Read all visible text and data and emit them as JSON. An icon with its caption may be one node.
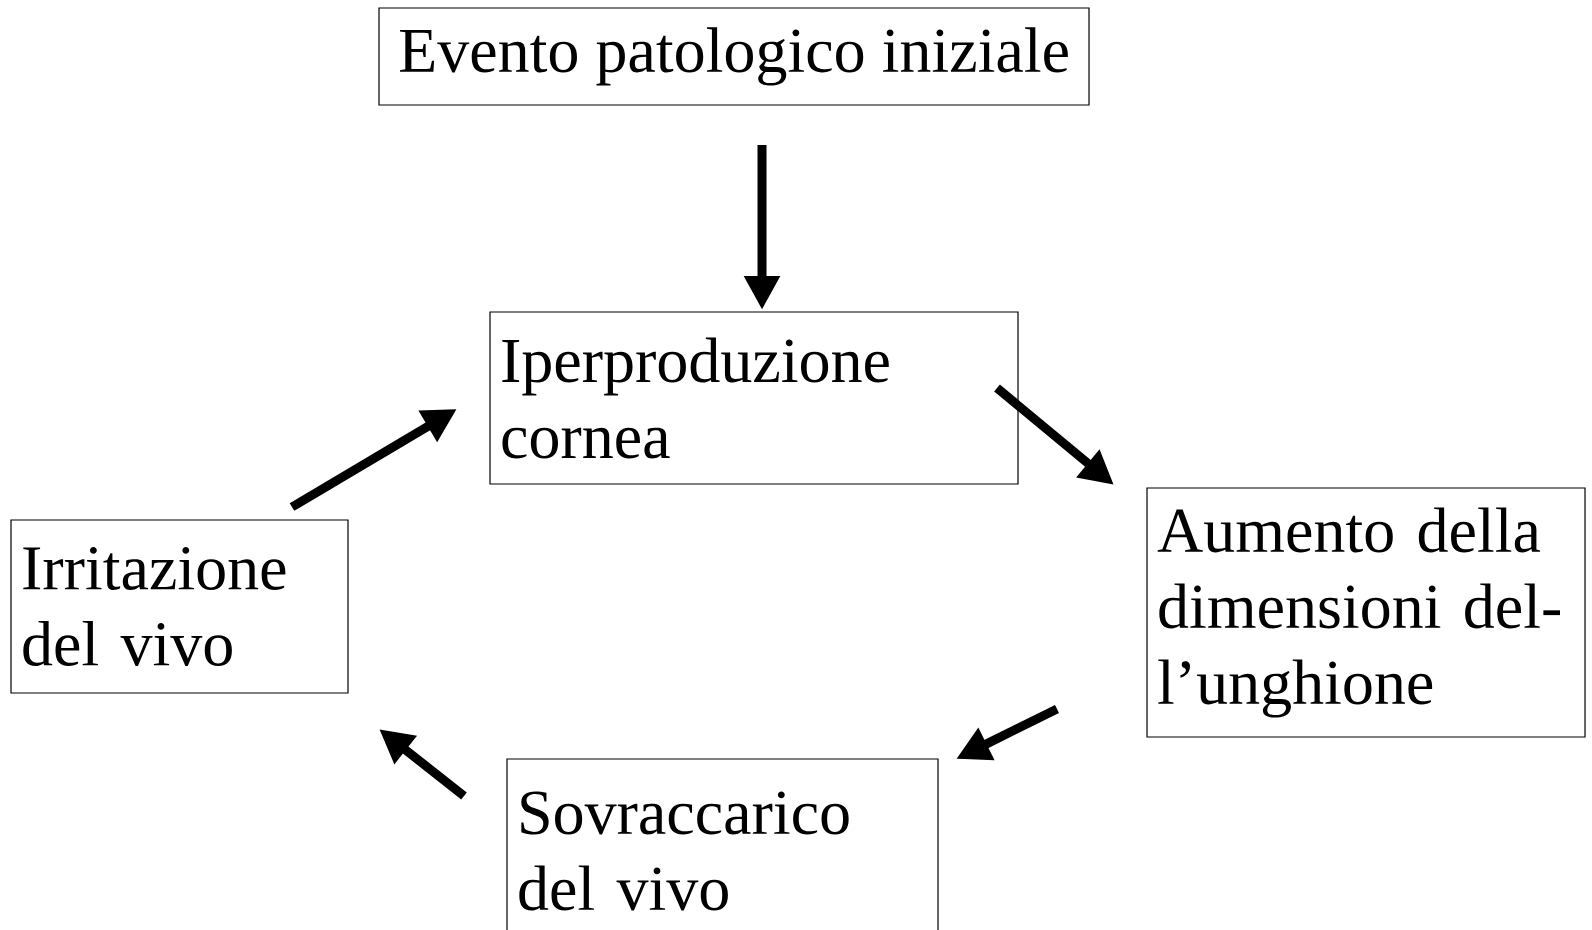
{
  "diagram": {
    "nodes": [
      {
        "text": [
          "Evento patologico iniziale"
        ]
      },
      {
        "text": [
          "Iperproduzione cornea"
        ]
      },
      {
        "text": [
          "Aumento della dimensioni del- l’unghione"
        ]
      },
      {
        "text": [
          "Sovraccarico del vivo"
        ]
      },
      {
        "text": [
          "Irritazione del vivo"
        ]
      }
    ],
    "edges": [
      {
        "from": 0,
        "to": 1,
        "arrow": "to"
      },
      {
        "from": 1,
        "to": 2,
        "arrow": "to"
      },
      {
        "from": 2,
        "to": 3,
        "arrow": "to"
      },
      {
        "from": 3,
        "to": 4,
        "arrow": "to"
      },
      {
        "from": 4,
        "to": 1,
        "arrow": "to"
      }
    ]
  }
}
